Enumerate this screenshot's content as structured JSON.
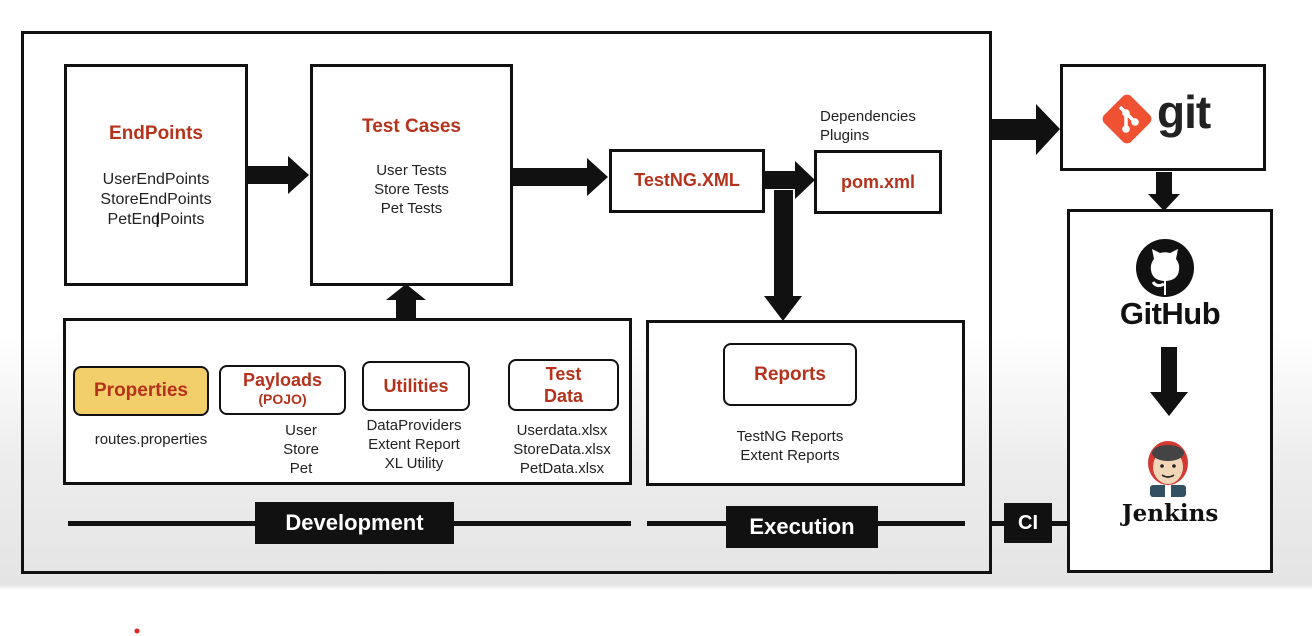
{
  "endpoints": {
    "title": "EndPoints",
    "items": [
      "UserEndPoints",
      "StoreEndPoints",
      "PetEndPoints"
    ]
  },
  "testcases": {
    "title": "Test Cases",
    "items": [
      "User Tests",
      "Store Tests",
      "Pet Tests"
    ]
  },
  "testng": {
    "title": "TestNG.XML"
  },
  "pom": {
    "title": "pom.xml",
    "note_lines": [
      "Dependencies",
      "Plugins"
    ]
  },
  "development": {
    "properties": {
      "title": "Properties",
      "items": [
        "routes.properties"
      ],
      "highlight": "#f2cf6b"
    },
    "payloads": {
      "title": "Payloads",
      "subtitle": "(POJO)",
      "items": [
        "User",
        "Store",
        "Pet"
      ]
    },
    "utilities": {
      "title": "Utilities",
      "items": [
        "DataProviders",
        "Extent Report",
        "XL Utility"
      ]
    },
    "testdata": {
      "title_lines": [
        "Test",
        "Data"
      ],
      "items": [
        "Userdata.xlsx",
        "StoreData.xlsx",
        "PetData.xlsx"
      ]
    }
  },
  "execution": {
    "reports": {
      "title": "Reports",
      "items": [
        "TestNG Reports",
        "Extent Reports"
      ]
    }
  },
  "section_labels": {
    "development": "Development",
    "execution": "Execution",
    "ci": "CI"
  },
  "tools": {
    "git": "git",
    "github": "GitHub",
    "jenkins": "Jenkins"
  },
  "colors": {
    "title_red": "#b5331c",
    "git_orange": "#f05133",
    "properties_fill": "#f2cf6b"
  }
}
